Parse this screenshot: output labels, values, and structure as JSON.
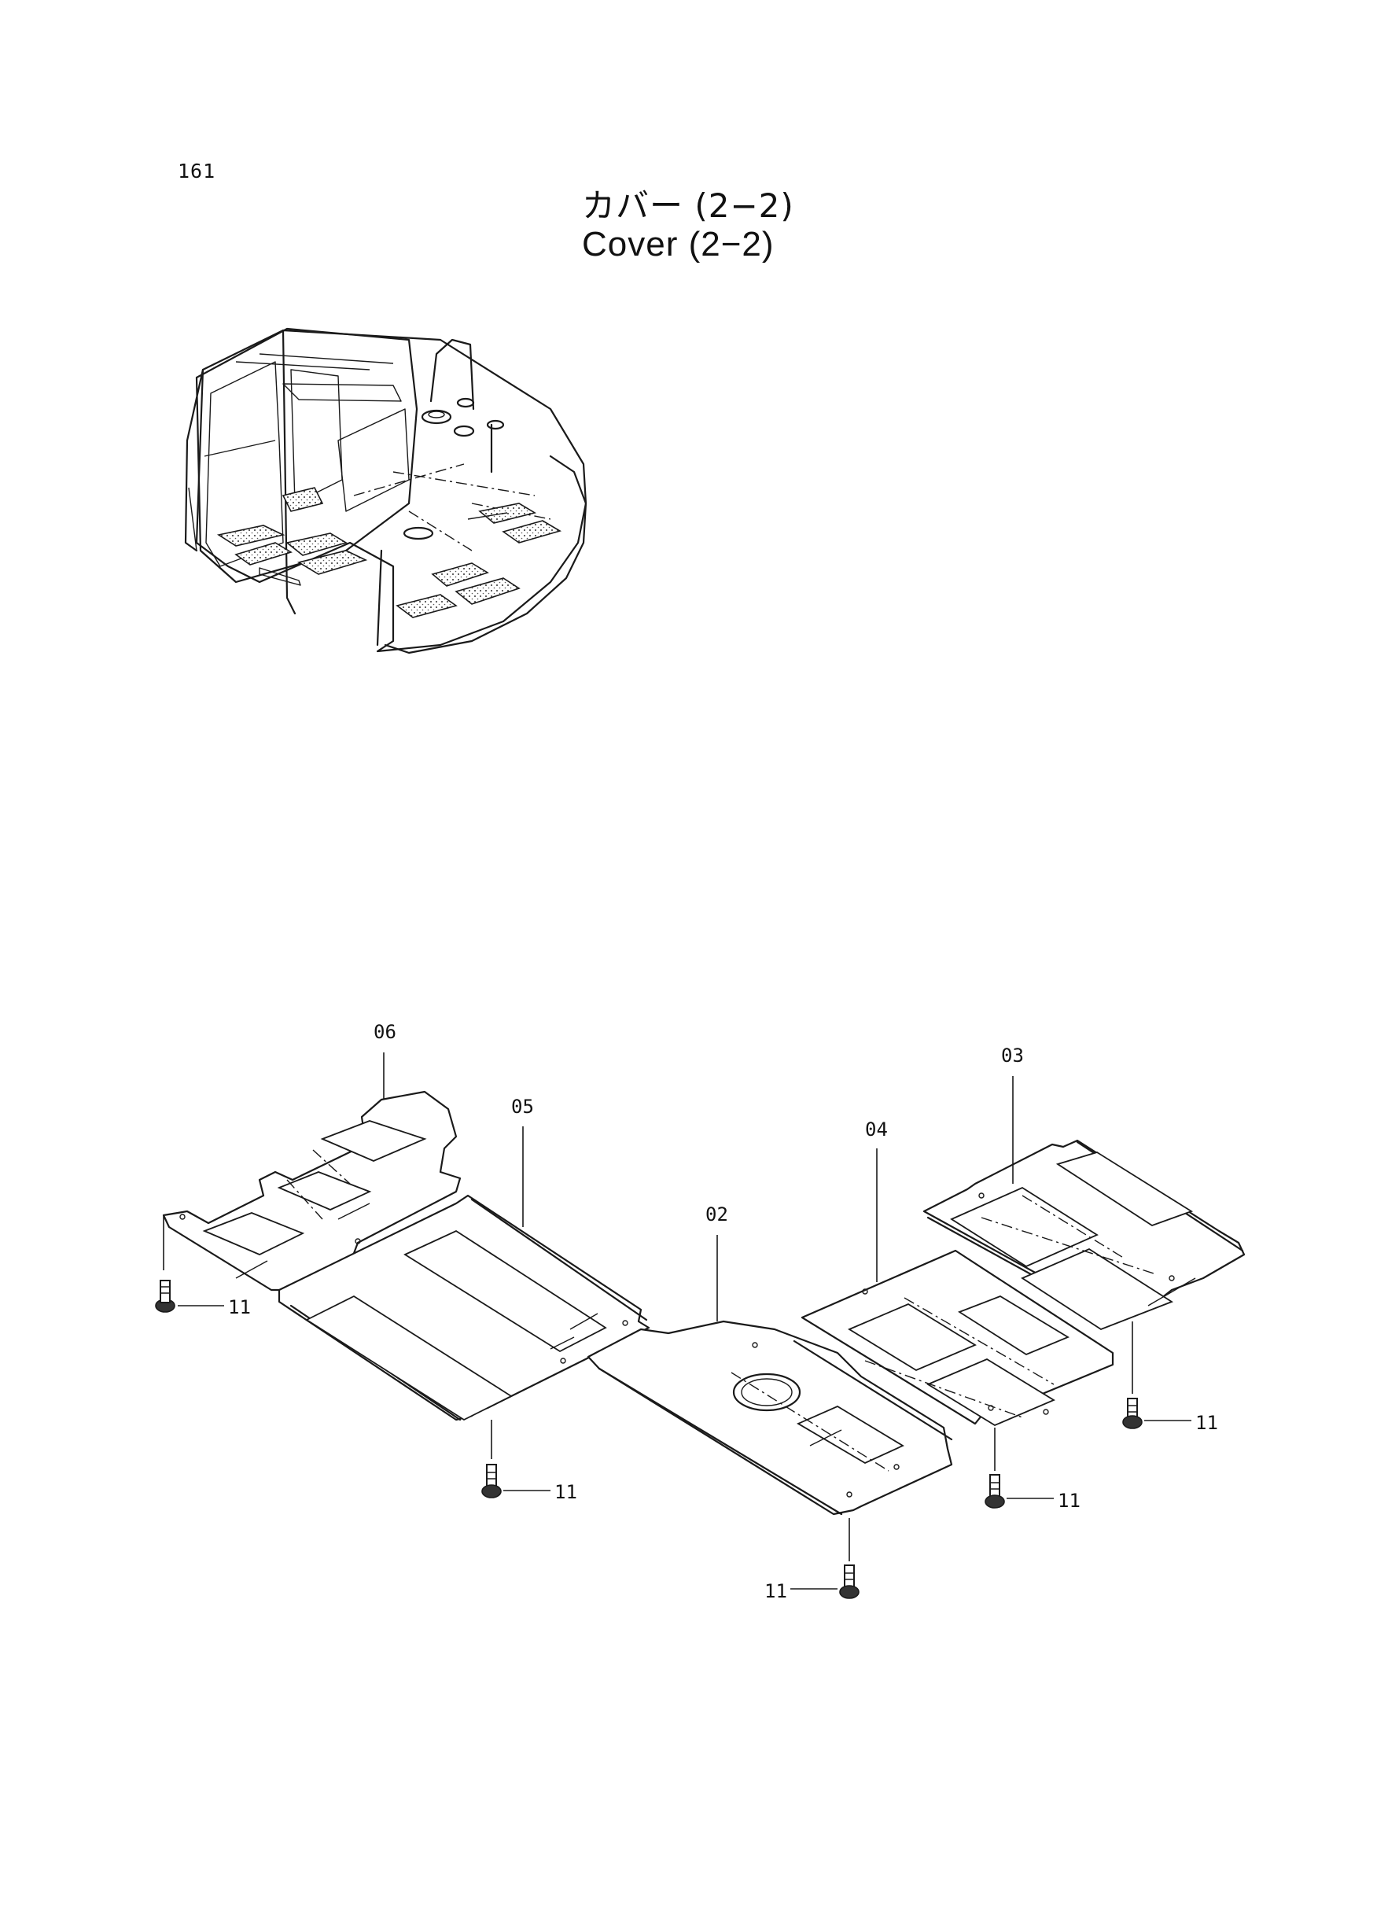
{
  "page_number": "161",
  "title": {
    "jp": "カバー (2−2)",
    "en": "Cover (2−2)"
  },
  "parts": [
    {
      "id": "06",
      "label": "06"
    },
    {
      "id": "05",
      "label": "05"
    },
    {
      "id": "04",
      "label": "04"
    },
    {
      "id": "03",
      "label": "03"
    },
    {
      "id": "02",
      "label": "02"
    }
  ],
  "bolts": [
    {
      "label": "11"
    },
    {
      "label": "11"
    },
    {
      "label": "11"
    },
    {
      "label": "11"
    },
    {
      "label": "11"
    }
  ]
}
